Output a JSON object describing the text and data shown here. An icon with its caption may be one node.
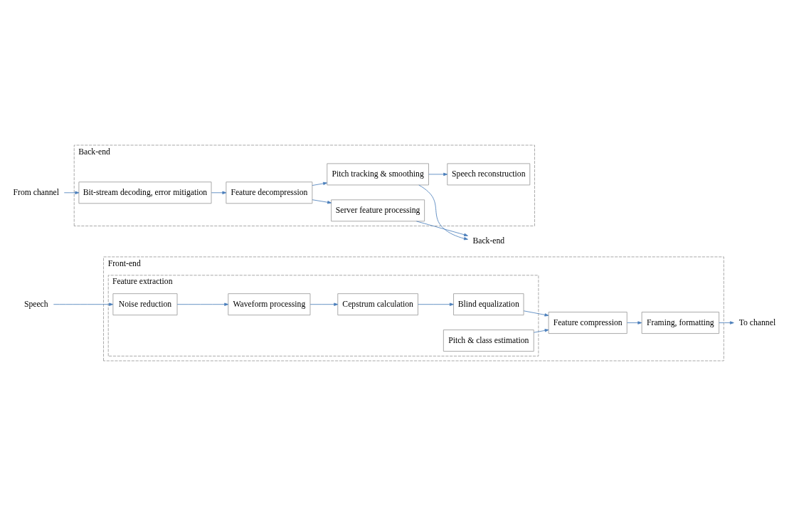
{
  "diagram": {
    "nodes": [
      {
        "text": [
          "Front-end"
        ]
      },
      {
        "text": [
          "Feature extraction"
        ],
        "in": 0
      },
      {
        "text": [
          "Speech"
        ]
      },
      {
        "text": [
          "Noise reduction"
        ],
        "in": 1
      },
      {
        "text": [
          "Pitch & class estimation"
        ],
        "in": 1
      },
      {
        "text": [
          "Waveform processing"
        ],
        "in": 1
      },
      {
        "text": [
          "Cepstrum calculation"
        ],
        "in": 1
      },
      {
        "text": [
          "Blind equalization"
        ],
        "in": 1
      },
      {
        "text": [
          "Feature compression"
        ],
        "in": 0
      },
      {
        "text": [
          "Framing, formatting"
        ],
        "in": 0
      },
      {
        "text": [
          "To channel"
        ]
      },
      {
        "text": [
          "From channel"
        ]
      },
      {
        "text": [
          "Back-end"
        ]
      },
      {
        "text": [
          "Bit-stream decoding, error mitigation"
        ],
        "in": 12
      },
      {
        "text": [
          "Feature decompression"
        ],
        "in": 12
      },
      {
        "text": [
          "Server feature processing"
        ],
        "in": 12
      },
      {
        "text": [
          "Pitch tracking & smoothing"
        ],
        "in": 12
      },
      {
        "text": [
          "Speech reconstruction"
        ],
        "in": 12
      },
      {
        "text": [
          "Back-end"
        ]
      }
    ],
    "edges": [
      {
        "from": 2,
        "to": 3,
        "arrow": "to"
      },
      {
        "from": 3,
        "to": 5,
        "arrow": "to"
      },
      {
        "from": 5,
        "to": 6,
        "arrow": "to"
      },
      {
        "from": 6,
        "to": 7,
        "arrow": "to"
      },
      {
        "from": 7,
        "to": 8,
        "arrow": "to"
      },
      {
        "from": 4,
        "to": 8,
        "arrow": "to"
      },
      {
        "from": 8,
        "to": 9,
        "arrow": "to"
      },
      {
        "from": 9,
        "to": 10,
        "arrow": "to"
      },
      {
        "from": 11,
        "to": 13,
        "arrow": "to"
      },
      {
        "from": 13,
        "to": 14,
        "arrow": "to"
      },
      {
        "from": 14,
        "to": 15,
        "arrow": "to"
      },
      {
        "from": 14,
        "to": 16,
        "arrow": "to"
      },
      {
        "from": 15,
        "to": 18,
        "arrow": "to"
      },
      {
        "from": 16,
        "to": 18,
        "arrow": "to"
      },
      {
        "from": 16,
        "to": 17,
        "arrow": "to"
      }
    ]
  }
}
